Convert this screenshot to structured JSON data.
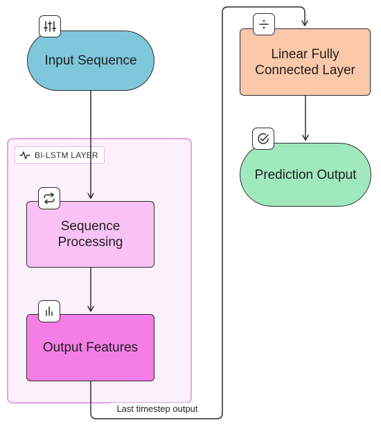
{
  "nodes": {
    "input": {
      "label": "Input Sequence",
      "icon": "sliders-icon",
      "color": "#7fc8db"
    },
    "sequence": {
      "label": "Sequence Processing",
      "icon": "refresh-icon",
      "color": "#fac2f4"
    },
    "output_features": {
      "label": "Output Features",
      "icon": "bar-chart-icon",
      "color": "#f57ee6"
    },
    "linear": {
      "label": "Linear Fully Connected Layer",
      "icon": "divide-icon",
      "color": "#fbc9a9"
    },
    "prediction": {
      "label": "Prediction Output",
      "icon": "check-circle-icon",
      "color": "#9fe9bd"
    }
  },
  "group": {
    "label": "BI-LSTM LAYER",
    "icon": "activity-icon",
    "color": "#fcf0fb"
  },
  "edges": [
    {
      "from": "input",
      "to": "sequence",
      "label": ""
    },
    {
      "from": "sequence",
      "to": "output_features",
      "label": ""
    },
    {
      "from": "output_features",
      "to": "linear",
      "label": "Last timestep output"
    },
    {
      "from": "linear",
      "to": "prediction",
      "label": ""
    }
  ]
}
